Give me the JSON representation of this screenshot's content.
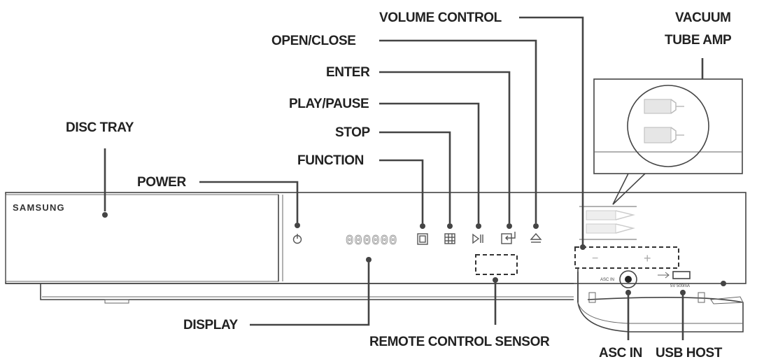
{
  "brand": "SAMSUNG",
  "display_readout": "000000",
  "panel_labels": {
    "minus": "−",
    "plus": "+",
    "asc_in_small": "ASC IN",
    "usb_small": "5V 500mA"
  },
  "callouts": {
    "disc_tray": "DISC TRAY",
    "power": "POWER",
    "function": "FUNCTION",
    "stop": "STOP",
    "play_pause": "PLAY/PAUSE",
    "enter": "ENTER",
    "open_close": "OPEN/CLOSE",
    "volume_control": "VOLUME CONTROL",
    "vacuum_tube_amp_line1": "VACUUM",
    "vacuum_tube_amp_line2": "TUBE AMP",
    "display": "DISPLAY",
    "remote_control_sensor": "REMOTE CONTROL SENSOR",
    "asc_in": "ASC IN",
    "usb_host": "USB HOST"
  }
}
